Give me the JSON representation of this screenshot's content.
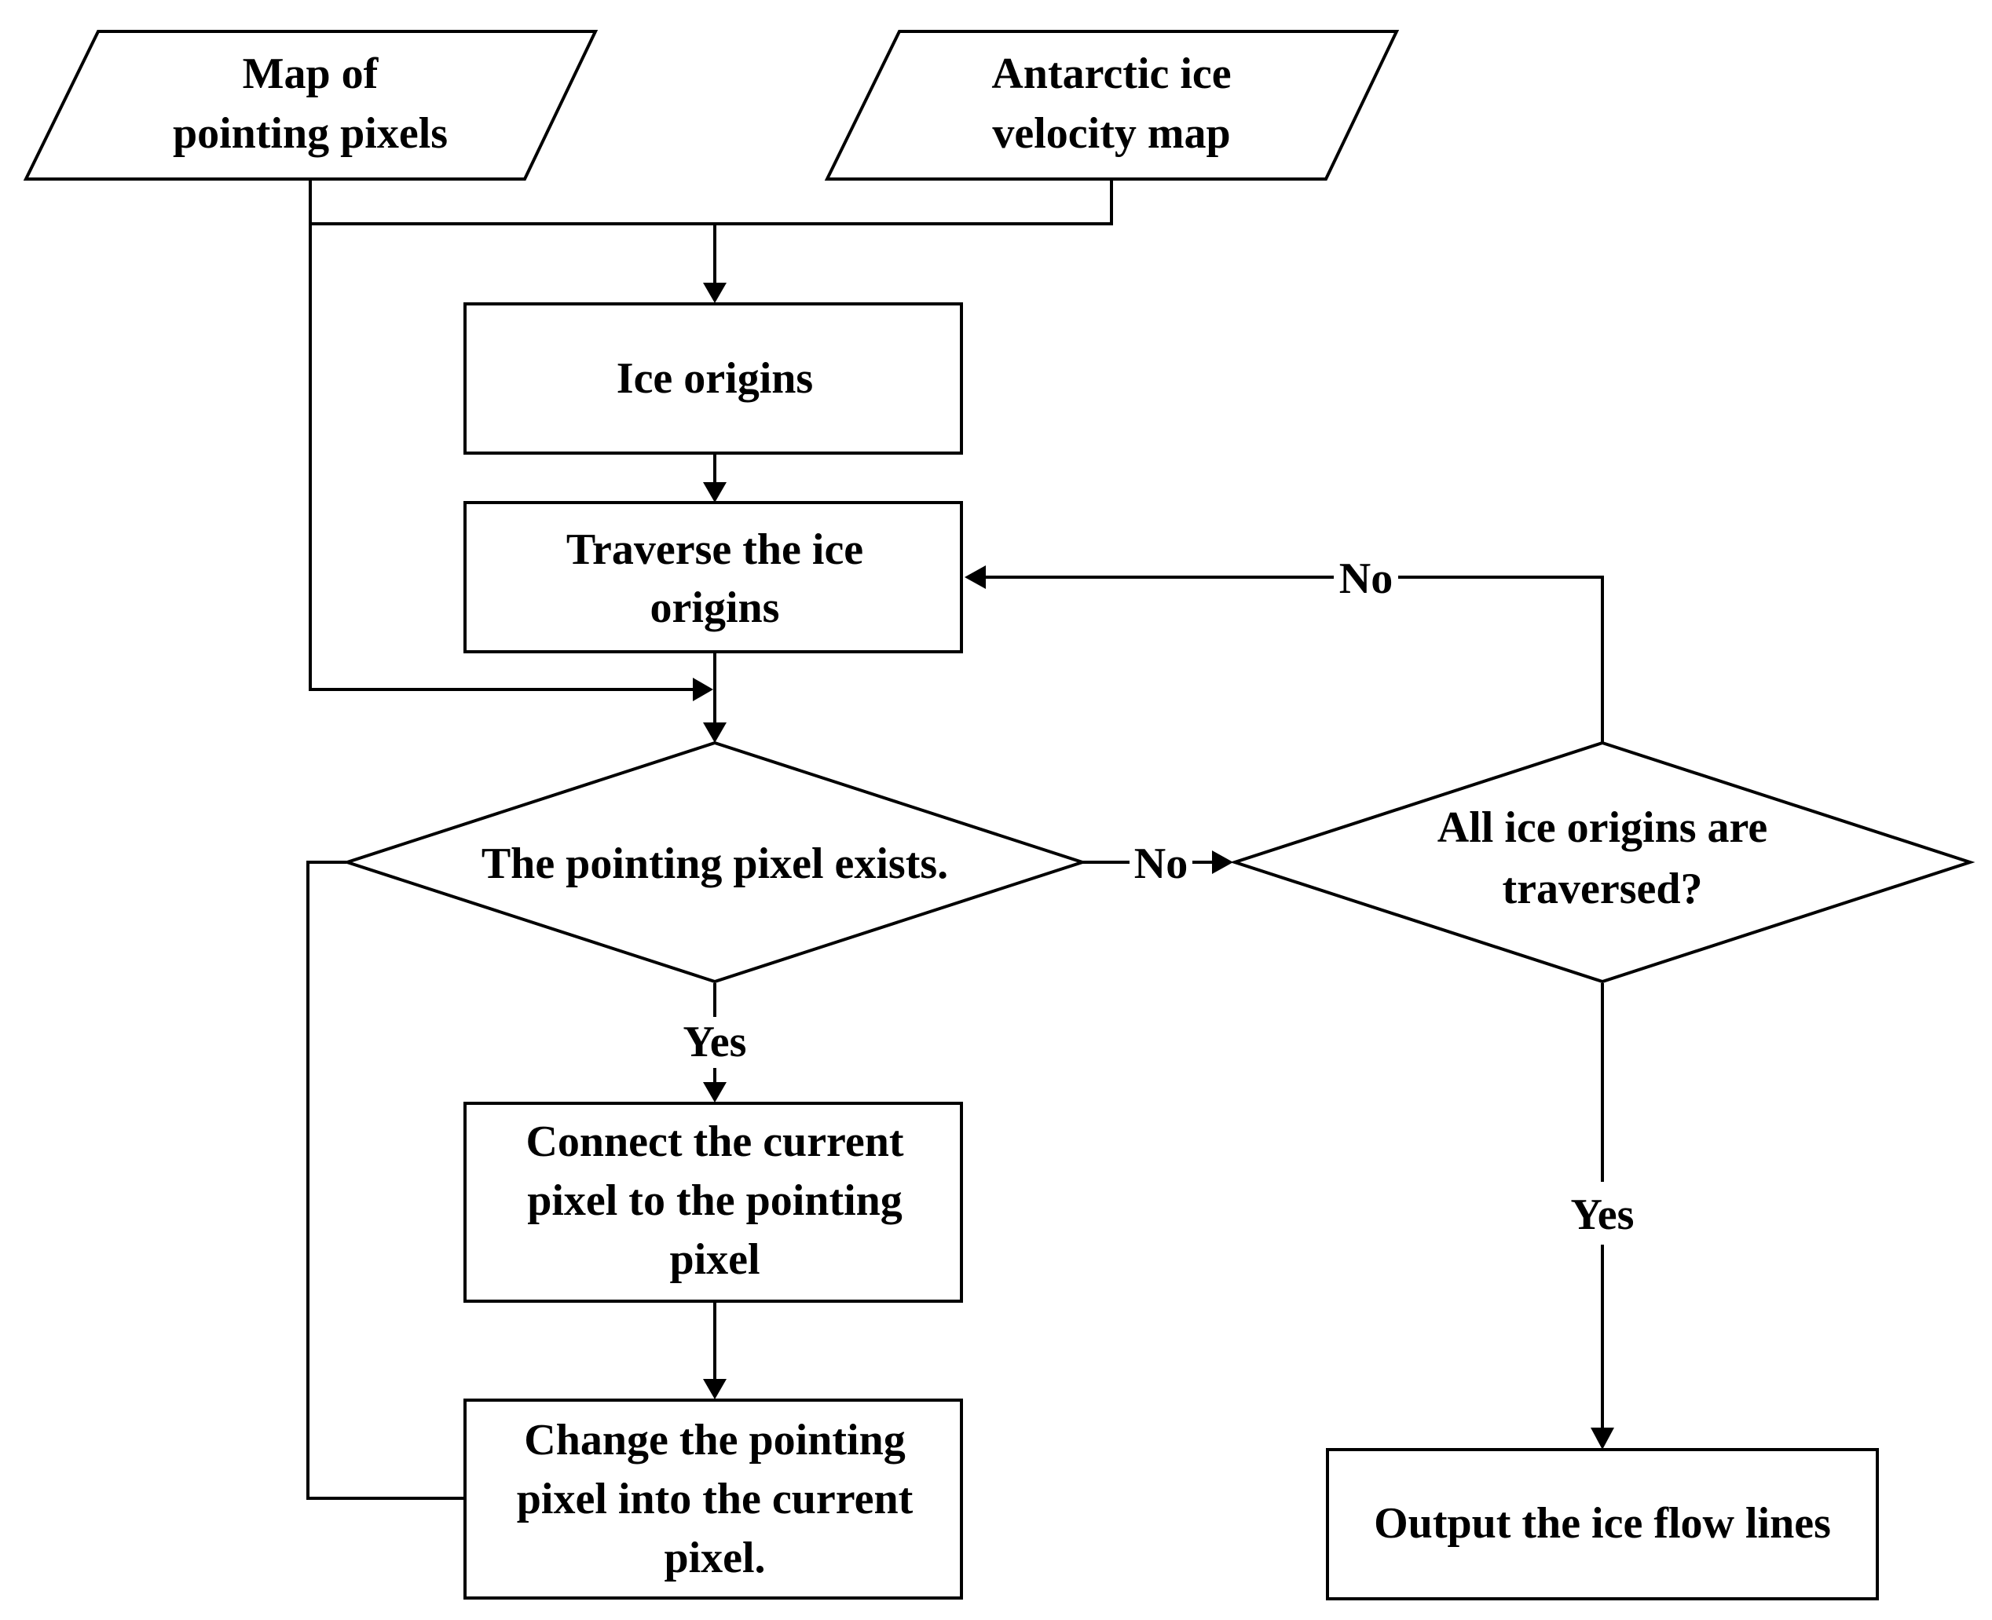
{
  "inputs": {
    "pointing_map": [
      "Map of",
      "pointing pixels"
    ],
    "velocity_map": [
      "Antarctic ice",
      "velocity map"
    ]
  },
  "processes": {
    "ice_origins": [
      "Ice origins"
    ],
    "traverse": [
      "Traverse the ice",
      "origins"
    ],
    "connect": [
      "Connect the current",
      "pixel to the pointing",
      "pixel"
    ],
    "change": [
      "Change the pointing",
      "pixel into the current",
      "pixel."
    ],
    "output": [
      "Output the ice flow lines"
    ]
  },
  "decisions": {
    "pixel_exists": [
      "The pointing pixel exists."
    ],
    "all_traversed": [
      "All  ice origins are",
      "traversed?"
    ]
  },
  "edge_labels": {
    "exists_yes": "Yes",
    "exists_no": "No",
    "traversed_no": "No",
    "traversed_yes": "Yes"
  }
}
